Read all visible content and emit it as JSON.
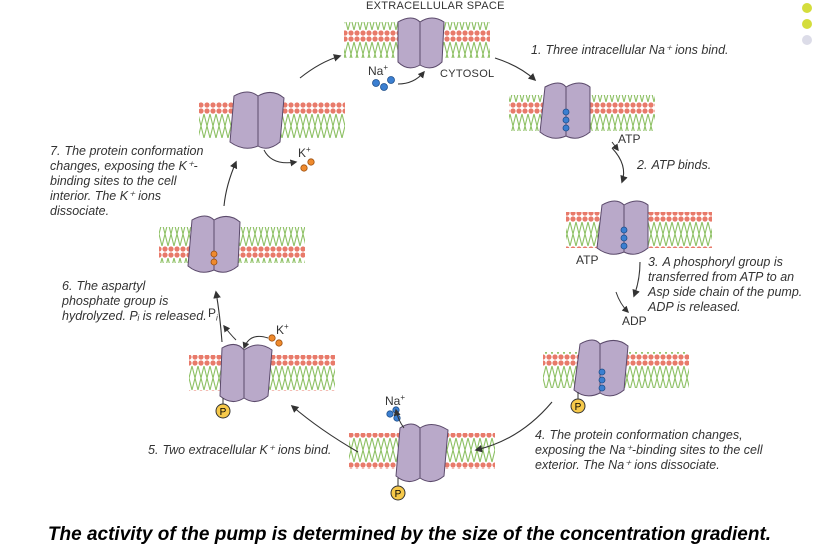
{
  "labels": {
    "extracellular": "EXTRACELLULAR SPACE",
    "cytosol": "CYTOSOL",
    "na": "Na",
    "k": "K",
    "plus": "+",
    "atp": "ATP",
    "adp": "ADP",
    "pi": "P",
    "pi_sub": "i",
    "phosphate": "P"
  },
  "steps": [
    {
      "num": "1.",
      "text": "Three intracellular Na⁺ ions bind."
    },
    {
      "num": "2.",
      "text": "ATP binds."
    },
    {
      "num": "3.",
      "text": "A phosphoryl group is transferred from ATP to an Asp side chain of the pump. ADP is released."
    },
    {
      "num": "4.",
      "text": "The protein conformation changes, exposing the Na⁺-binding sites to the cell exterior. The Na⁺ ions dissociate."
    },
    {
      "num": "5.",
      "text": "Two extracellular K⁺ ions bind."
    },
    {
      "num": "6.",
      "text": "The aspartyl phosphate group is hydrolyzed. Pᵢ is released."
    },
    {
      "num": "7.",
      "text": "The protein conformation changes, exposing the K⁺-binding sites to the cell interior. The K⁺ ions dissociate."
    }
  ],
  "caption": "The activity of the pump is determined by the size of the concentration gradient.",
  "colors": {
    "membrane_green": "#8dc063",
    "head_red": "#e87a6a",
    "protein": "#b9a9c9",
    "sodium": "#3b7fd1",
    "potassium": "#ef8a2d",
    "phosphate": "#f6c94a",
    "accent_dots": "#d4dd3c"
  }
}
